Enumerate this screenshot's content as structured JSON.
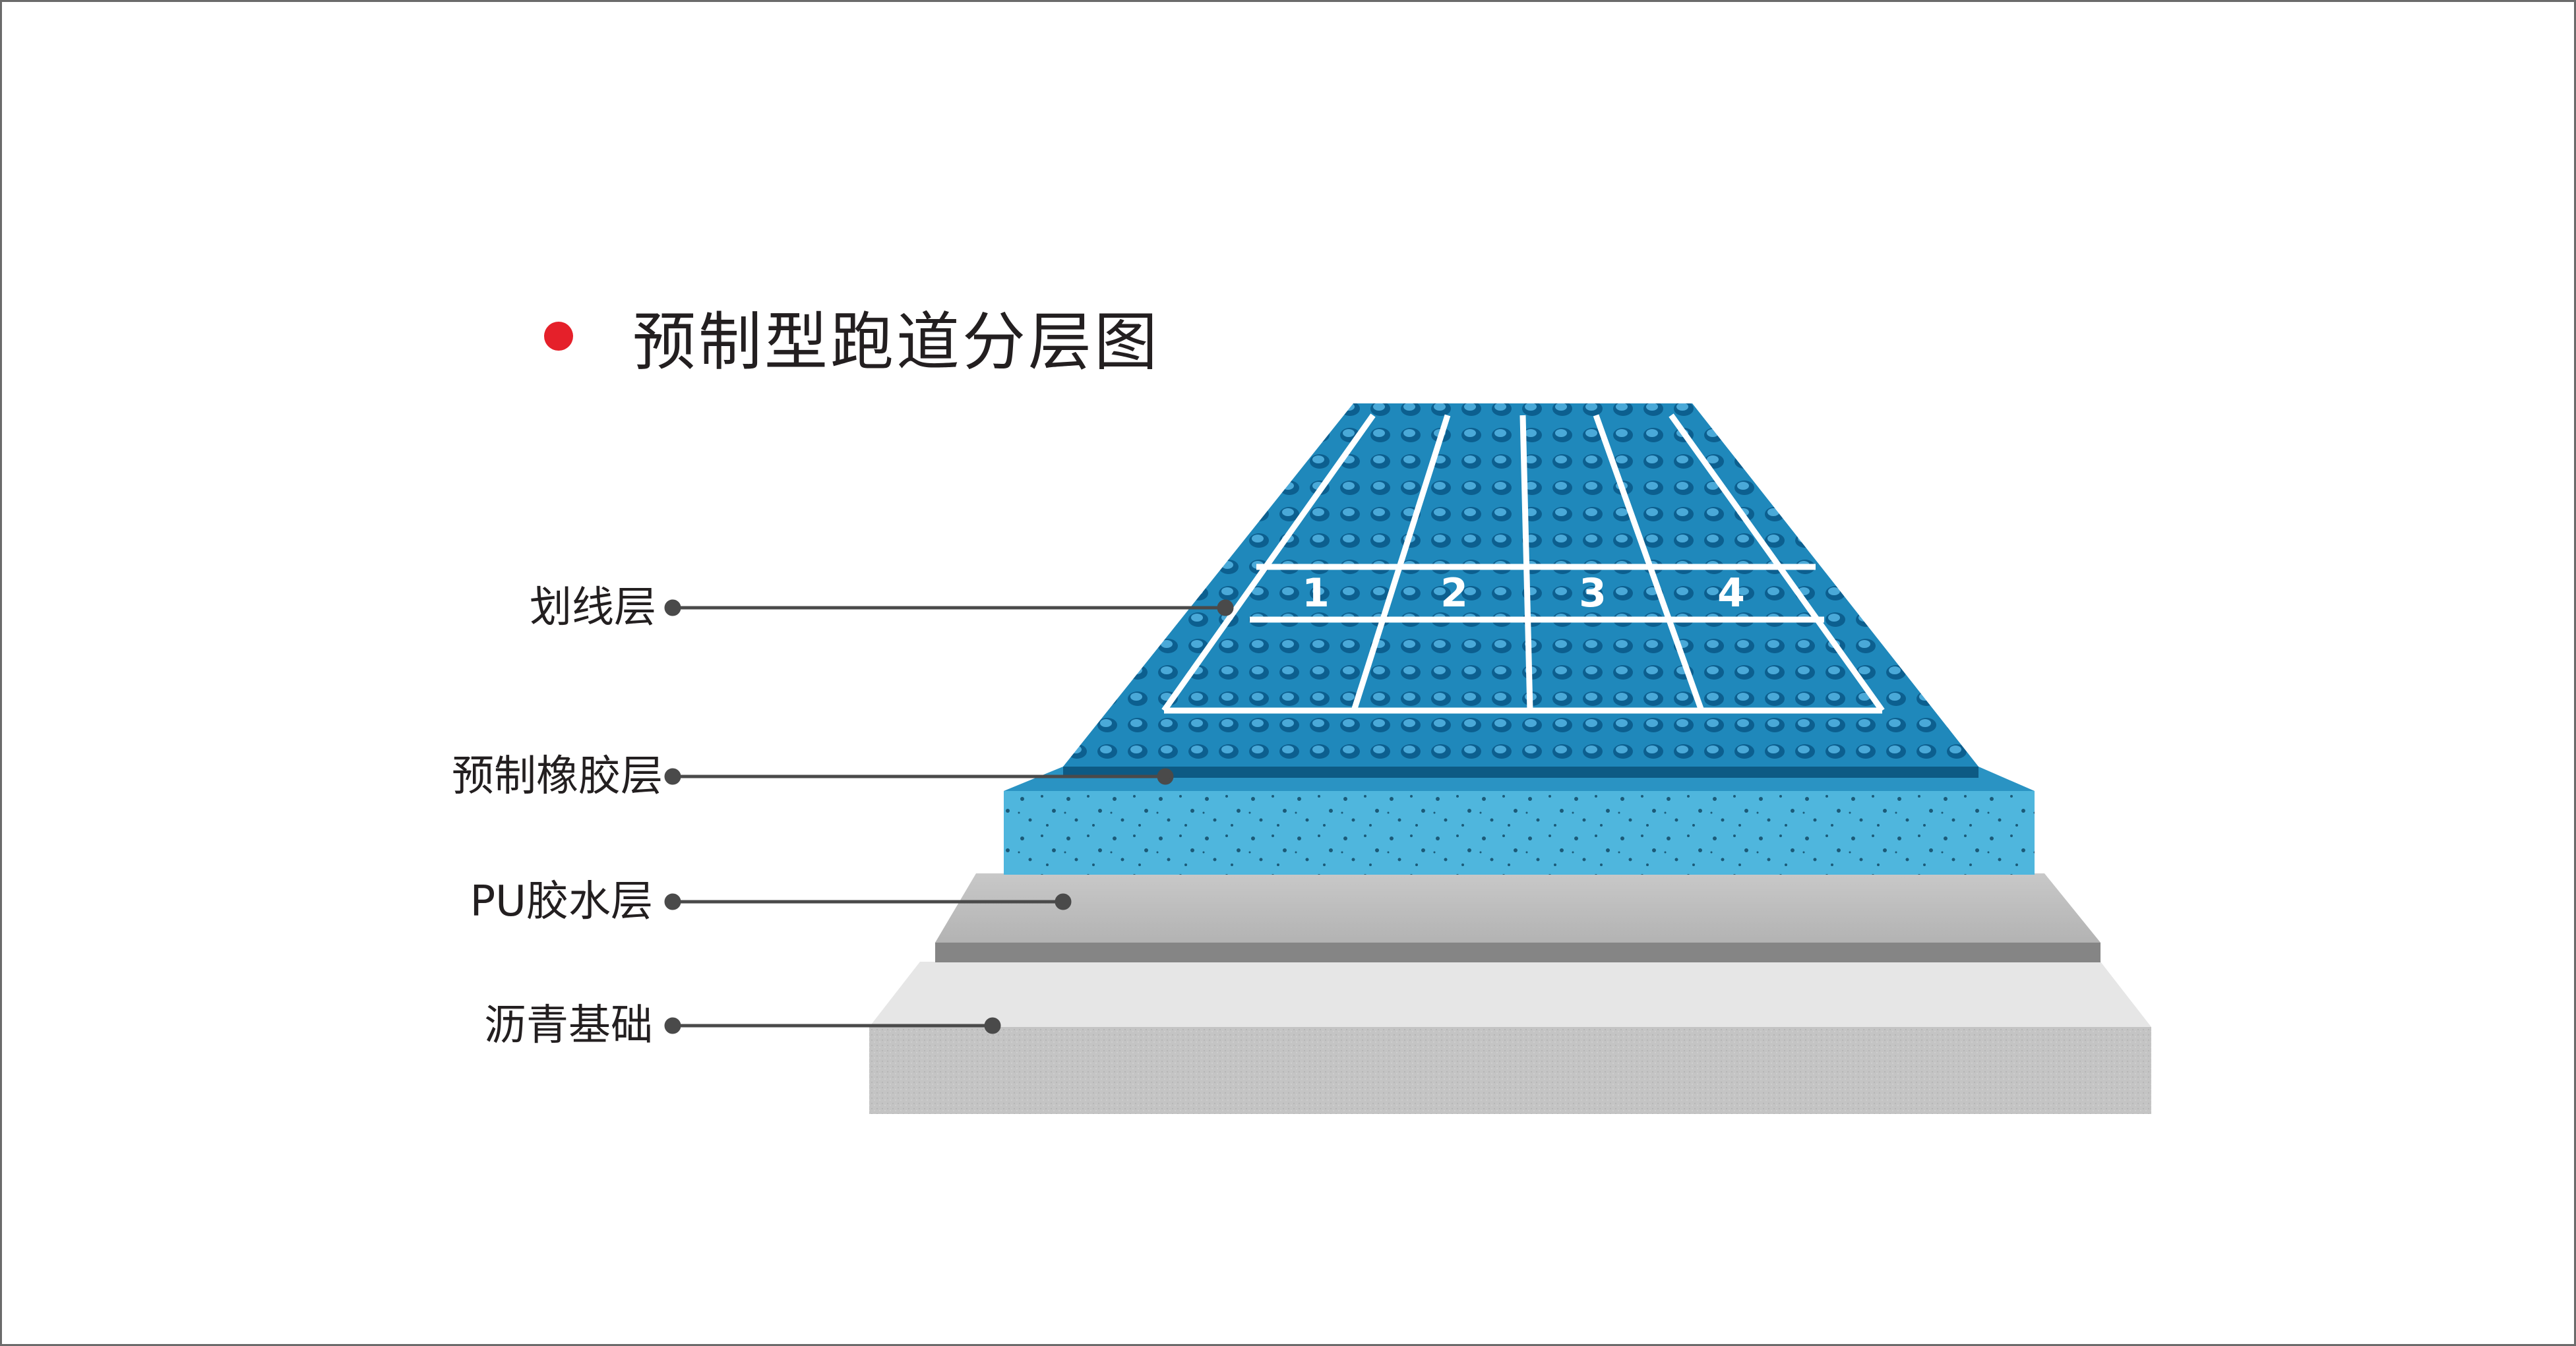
{
  "title": "预制型跑道分层图",
  "colors": {
    "accent_dot": "#e5202a",
    "track_surface": "#1e86b8",
    "track_line": "#ffffff",
    "rubber_layer": "#4fb5dc",
    "pu_layer": "#b9b9b9",
    "asphalt_layer": "#c9c9c9",
    "leader_line": "#4a4a4a"
  },
  "layers": [
    {
      "name": "划线层"
    },
    {
      "name": "预制橡胶层"
    },
    {
      "name": "PU胶水层"
    },
    {
      "name": "沥青基础"
    }
  ],
  "lanes": [
    "1",
    "2",
    "3",
    "4"
  ]
}
